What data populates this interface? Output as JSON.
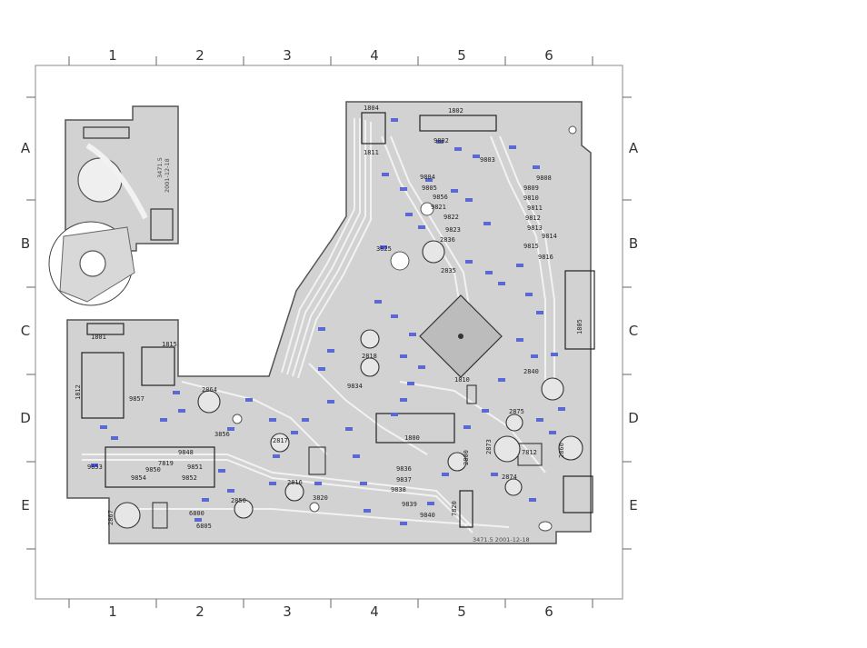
{
  "colors": {
    "board": "#d2d2d2",
    "board_edge": "#555555",
    "trace": "#f2f2f2",
    "pad": "#5a6ad0",
    "ink": "#222222",
    "frame": "#888888"
  },
  "columns": [
    "1",
    "2",
    "3",
    "4",
    "5",
    "6"
  ],
  "rows": [
    "A",
    "B",
    "C",
    "D",
    "E"
  ],
  "board_stamp": "3471.5 2001-12-18",
  "left_stamp_line1": "3471.5",
  "left_stamp_line2": "2001-12-18",
  "connectors": {
    "c1804": "1804",
    "c1802": "1802",
    "c1811": "1811",
    "c1801": "1801",
    "c1815": "1815",
    "c1812": "1812",
    "c1805": "1805",
    "c1800": "1800",
    "c1810": "1810",
    "c7819": "7819",
    "c7820": "7820",
    "c7812": "7812"
  },
  "left_labels": [
    {
      "id": "l9857",
      "text": "9857"
    },
    {
      "id": "l2864",
      "text": "2864"
    },
    {
      "id": "l3856",
      "text": "3856"
    },
    {
      "id": "l9848",
      "text": "9848"
    },
    {
      "id": "l9853",
      "text": "9853"
    },
    {
      "id": "l9854",
      "text": "9854"
    },
    {
      "id": "l9850",
      "text": "9850"
    },
    {
      "id": "l9851",
      "text": "9851"
    },
    {
      "id": "l9852",
      "text": "9852"
    },
    {
      "id": "l2867",
      "text": "2867"
    },
    {
      "id": "l6800",
      "text": "6800"
    },
    {
      "id": "l6805",
      "text": "6805"
    },
    {
      "id": "l2850",
      "text": "2850"
    }
  ],
  "mid_labels": [
    {
      "id": "m2817",
      "text": "2817"
    },
    {
      "id": "m2816",
      "text": "2816"
    },
    {
      "id": "m3820",
      "text": "3820"
    },
    {
      "id": "m9834",
      "text": "9834"
    },
    {
      "id": "m2836",
      "text": "2836"
    },
    {
      "id": "m2835",
      "text": "2835"
    },
    {
      "id": "m2818",
      "text": "2818"
    },
    {
      "id": "m3825",
      "text": "3825"
    },
    {
      "id": "m9836",
      "text": "9836"
    },
    {
      "id": "m9837",
      "text": "9837"
    },
    {
      "id": "m9838",
      "text": "9838"
    },
    {
      "id": "m9839",
      "text": "9839"
    },
    {
      "id": "m9840",
      "text": "9840"
    },
    {
      "id": "m2800",
      "text": "2800"
    }
  ],
  "top_labels": [
    {
      "id": "t9802",
      "text": "9802"
    },
    {
      "id": "t9803",
      "text": "9803"
    },
    {
      "id": "t9804",
      "text": "9804"
    },
    {
      "id": "t9805",
      "text": "9805"
    },
    {
      "id": "t9821",
      "text": "9821"
    },
    {
      "id": "t9822",
      "text": "9822"
    },
    {
      "id": "t9823",
      "text": "9823"
    },
    {
      "id": "t9856",
      "text": "9856"
    }
  ],
  "right_labels": [
    {
      "id": "r9808",
      "text": "9808"
    },
    {
      "id": "r9809",
      "text": "9809"
    },
    {
      "id": "r9810",
      "text": "9810"
    },
    {
      "id": "r9811",
      "text": "9811"
    },
    {
      "id": "r9812",
      "text": "9812"
    },
    {
      "id": "r9813",
      "text": "9813"
    },
    {
      "id": "r9814",
      "text": "9814"
    },
    {
      "id": "r9815",
      "text": "9815"
    },
    {
      "id": "r9816",
      "text": "9816"
    },
    {
      "id": "r2873",
      "text": "2873"
    },
    {
      "id": "r2874",
      "text": "2874"
    },
    {
      "id": "r2875",
      "text": "2875"
    },
    {
      "id": "r2866",
      "text": "2866"
    },
    {
      "id": "r2840",
      "text": "2840"
    }
  ]
}
